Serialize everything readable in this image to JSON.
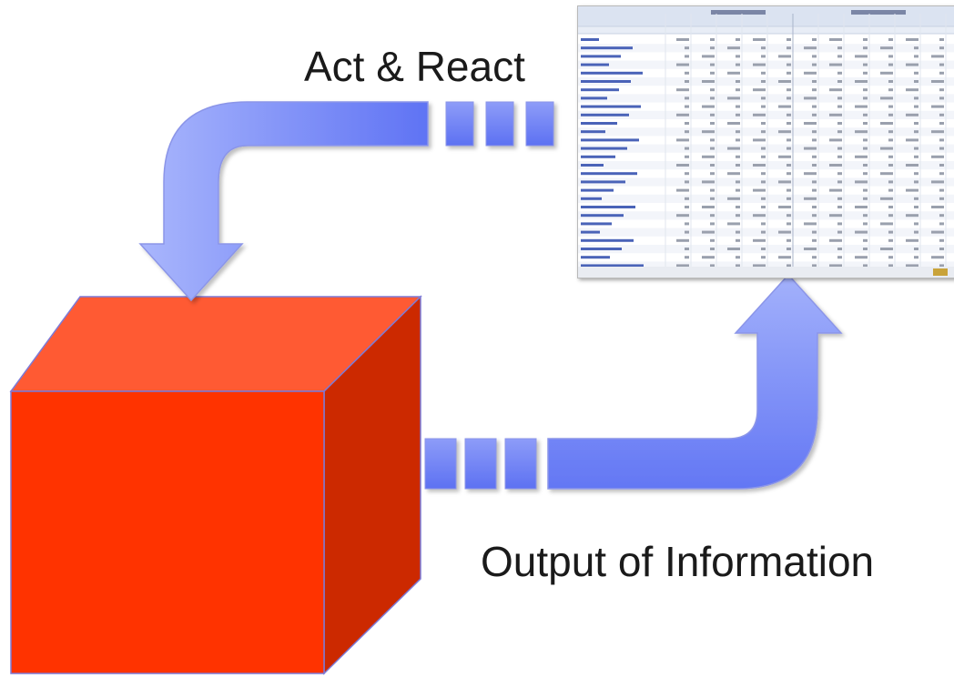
{
  "labels": {
    "act_react": "Act & React",
    "output_info": "Output of Information"
  },
  "colors": {
    "cube_front": "#ff3300",
    "cube_top": "#ff5a33",
    "cube_side": "#cc2900",
    "cube_edge": "#7d7ad6",
    "arrow_fill": "#6f82f7",
    "arrow_fill_light": "#a9b6fc",
    "arrow_edge": "#8b95e8",
    "report_header": "#dbe3f1",
    "report_rule": "#c9d2e3",
    "report_link": "#4a63b8"
  },
  "icons": {
    "cube": "cube-shape",
    "arrow_to_cube": "curved-arrow-down-icon",
    "arrow_to_report": "curved-arrow-up-icon"
  }
}
